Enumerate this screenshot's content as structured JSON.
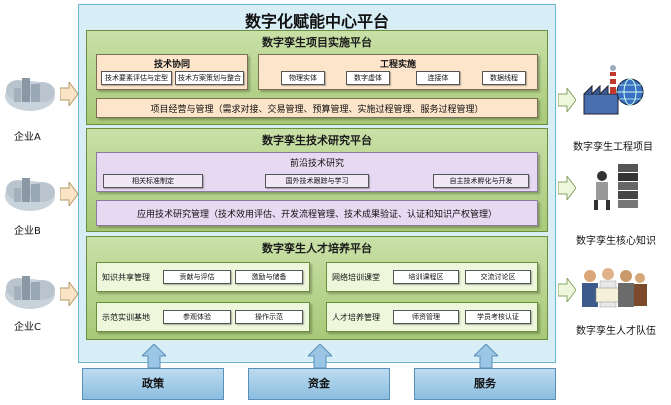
{
  "title": "数字化赋能中心平台",
  "enterprises": [
    "企业A",
    "企业B",
    "企业C"
  ],
  "sections": {
    "project": {
      "title": "数字孪生项目实施平台",
      "tech_collab": {
        "title": "技术协同",
        "items": [
          "技术要素评估与定型",
          "技术方案策划与整合"
        ]
      },
      "engineering": {
        "title": "工程实施",
        "items": [
          "物理实体",
          "数字虚体",
          "连接体",
          "数据线程"
        ]
      },
      "management": "项目经营与管理（需求对接、交易管理、预算管理、实施过程管理、服务过程管理）"
    },
    "research": {
      "title": "数字孪生技术研究平台",
      "frontier": {
        "title": "前沿技术研究",
        "items": [
          "相关标准制定",
          "国外技术跟踪与学习",
          "自主技术孵化与开发"
        ]
      },
      "applied": "应用技术研究管理（技术效用评估、开发流程管理、技术成果验证、认证和知识产权管理）"
    },
    "talent": {
      "title": "数字孪生人才培养平台",
      "boxes": [
        {
          "title": "知识共享管理",
          "items": [
            "贡献与评估",
            "激励与储备"
          ]
        },
        {
          "title": "网络培训课堂",
          "items": [
            "培训课程区",
            "交流讨论区"
          ]
        },
        {
          "title": "示范实训基地",
          "items": [
            "参观体验",
            "操作示范"
          ]
        },
        {
          "title": "人才培养管理",
          "items": [
            "师资管理",
            "学员考核认证"
          ]
        }
      ]
    }
  },
  "supports": [
    "政策",
    "资金",
    "服务"
  ],
  "outputs": [
    "数字孪生工程项目",
    "数字孪生核心知识",
    "数字孪生人才队伍"
  ]
}
